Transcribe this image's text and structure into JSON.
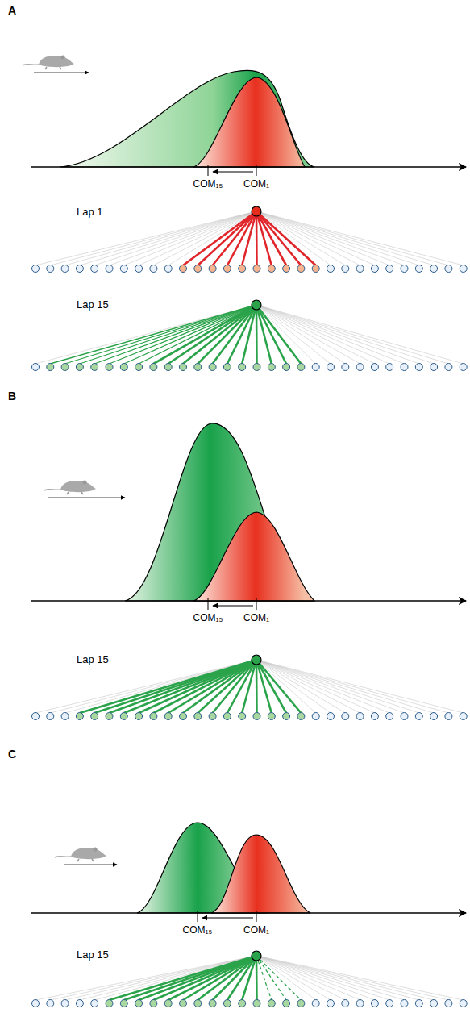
{
  "diagram": {
    "labels": [
      "A",
      "COM₁₅",
      "COM₁",
      "Lap 1",
      "Lap 15",
      "B",
      "COM₁₅",
      "COM₁",
      "Lap 15",
      "C",
      "COM₁₅",
      "COM₁",
      "Lap 15"
    ]
  }
}
